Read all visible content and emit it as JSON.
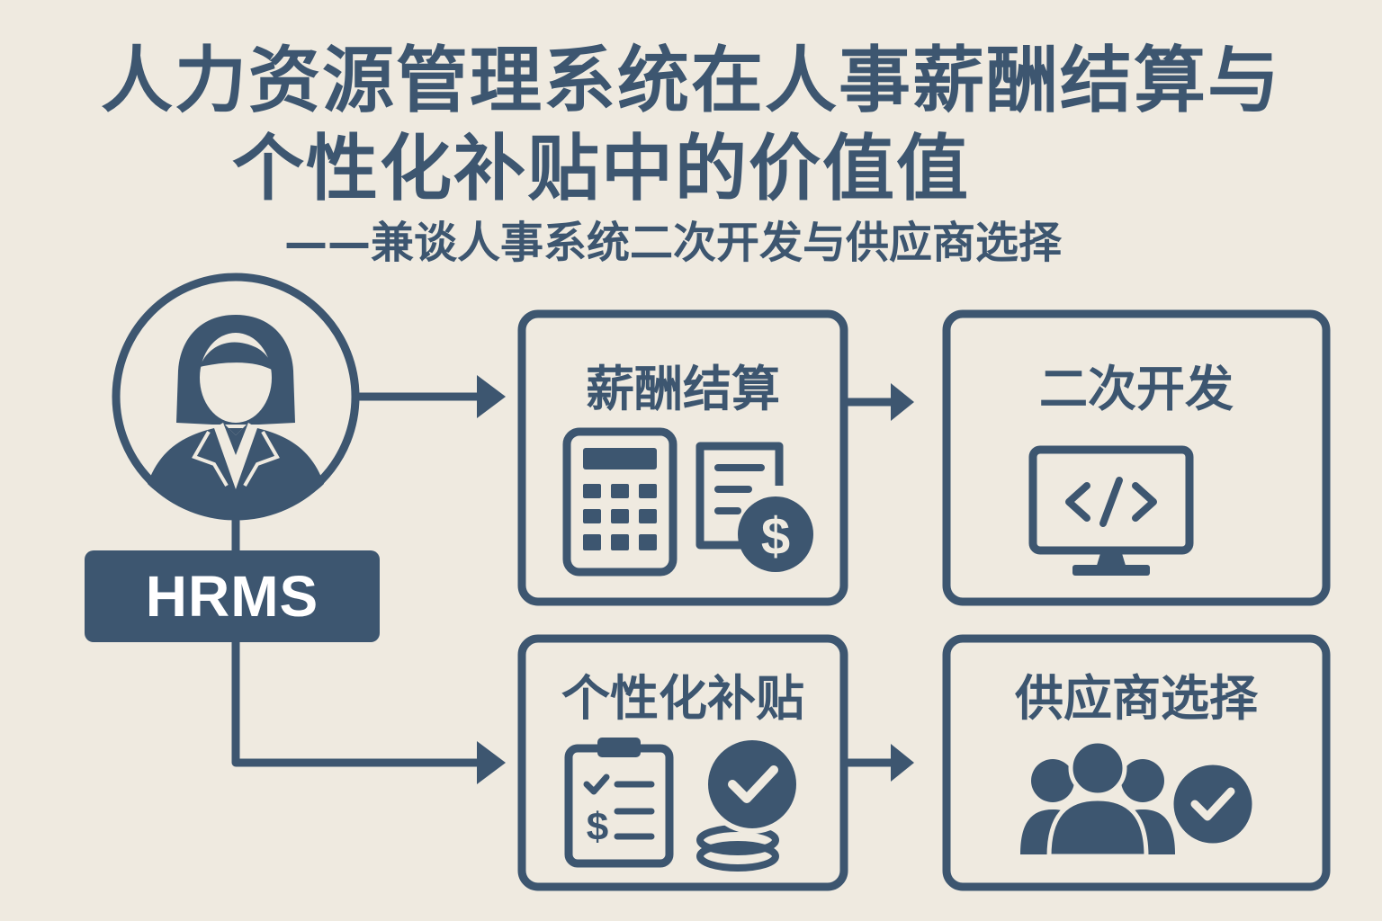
{
  "title": {
    "line1": "人力资源管理系统在人事薪酬结算与",
    "line2": "个性化补贴中的价值值",
    "subtitle": "——兼谈人事系统二次开发与供应商选择"
  },
  "hrms": {
    "label": "HRMS"
  },
  "boxes": {
    "payroll": {
      "label": "薪酬结算"
    },
    "secondary_dev": {
      "label": "二次开发"
    },
    "allowance": {
      "label": "个性化补贴"
    },
    "vendor": {
      "label": "供应商选择"
    }
  },
  "colors": {
    "primary": "#3d5670",
    "background": "#efeae0"
  }
}
